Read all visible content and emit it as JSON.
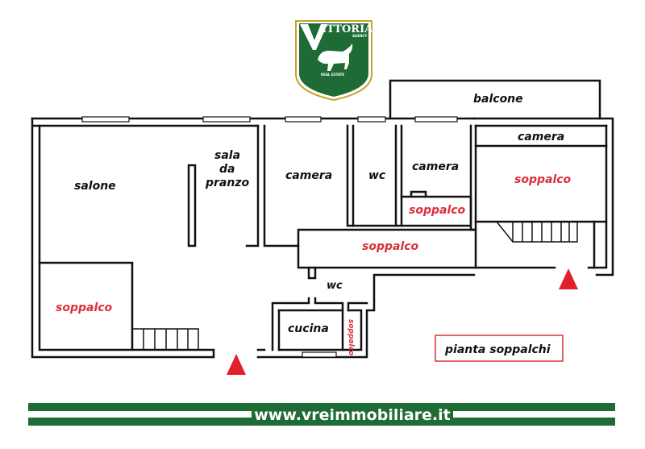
{
  "logo": {
    "brand": "ITTORIA",
    "agency": "AGENCY",
    "tagline": "REAL ESTATE",
    "colors": {
      "green": "#1e6b35",
      "gold": "#c9a227"
    }
  },
  "rooms": {
    "balcone": "balcone",
    "camera_top": "camera",
    "camera_center": "camera",
    "camera_right": "camera",
    "wc_center": "wc",
    "wc_small": "wc",
    "salone": "salone",
    "sala_line1": "sala",
    "sala_line2": "da",
    "sala_line3": "pranzo",
    "cucina": "cucina"
  },
  "mezzanines": {
    "right": "soppalco",
    "small": "soppalco",
    "middle": "soppalco",
    "left": "soppalco",
    "vertical": "soppalco"
  },
  "legend": {
    "text": "pianta soppalchi"
  },
  "footer": {
    "website": "www.vreimmobiliare.it"
  },
  "colors": {
    "mezzanine_text": "#d9303a",
    "entry_marker": "#e0202a",
    "footer_green": "#1e6b35",
    "wall": "#111111"
  }
}
